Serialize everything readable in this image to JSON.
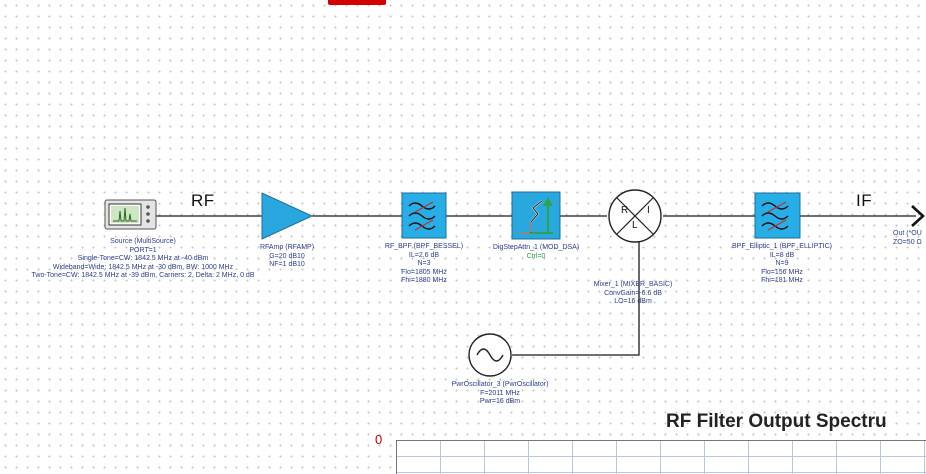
{
  "signals": {
    "rf": "RF",
    "if": "IF"
  },
  "blocks": {
    "source": {
      "lines": [
        "Source (MultiSource)",
        "PORT=1",
        "Single-Tone=CW: 1842.5 MHz at -40 dBm",
        "Wideband=Wide: 1842.5 MHz at -30 dBm, BW: 1000 MHz",
        "Two-Tone=CW: 1842.5 MHz at -39 dBm, Carriers: 2, Delta: 2 MHz, 0 dB"
      ]
    },
    "rfamp": {
      "lines": [
        "RFAmp (RFAMP)",
        "G=20 dB10",
        "NF=1 dB10"
      ]
    },
    "rf_bpf": {
      "lines": [
        "RF_BPF (BPF_BESSEL)",
        "IL=2.6 dB",
        "N=3",
        "Flo=1805 MHz",
        "Fhi=1880 MHz"
      ]
    },
    "dsa": {
      "name": "DigStepAttn_1 (MOD_DSA)",
      "param": "Ctrl=0"
    },
    "mixer": {
      "port_r": "R",
      "port_i": "I",
      "port_l": "L",
      "lines": [
        "Mixer_1 (MIXER_BASIC)",
        "ConvGain=-6.6 dB",
        "LO=16 dBm"
      ]
    },
    "oscillator": {
      "lines": [
        "PwrOscillator_3 (PwrOscillator)",
        "F=2011 MHz",
        "Pwr=16 dBm"
      ]
    },
    "bpf_elliptic": {
      "lines": [
        "BPF_Elliptic_1 (BPF_ELLIPTIC)",
        "IL=8 dB",
        "N=9",
        "Flo=156 MHz",
        "Fhi=181 MHz"
      ]
    },
    "out": {
      "lines": [
        "Out (*OU",
        "ZO=50 Ω"
      ]
    }
  },
  "plot": {
    "title": "RF Filter Output Spectru",
    "y_tick_top": "0"
  },
  "colors": {
    "wire": "#1a1a1a",
    "amp_fill": "#29a8e0",
    "filter_fill": "#27aee6",
    "dsa_fill": "#29a8e0",
    "label_text": "#2c3d8f",
    "ctrl_text": "#2ca44a",
    "plot_tick": "#c00000"
  }
}
